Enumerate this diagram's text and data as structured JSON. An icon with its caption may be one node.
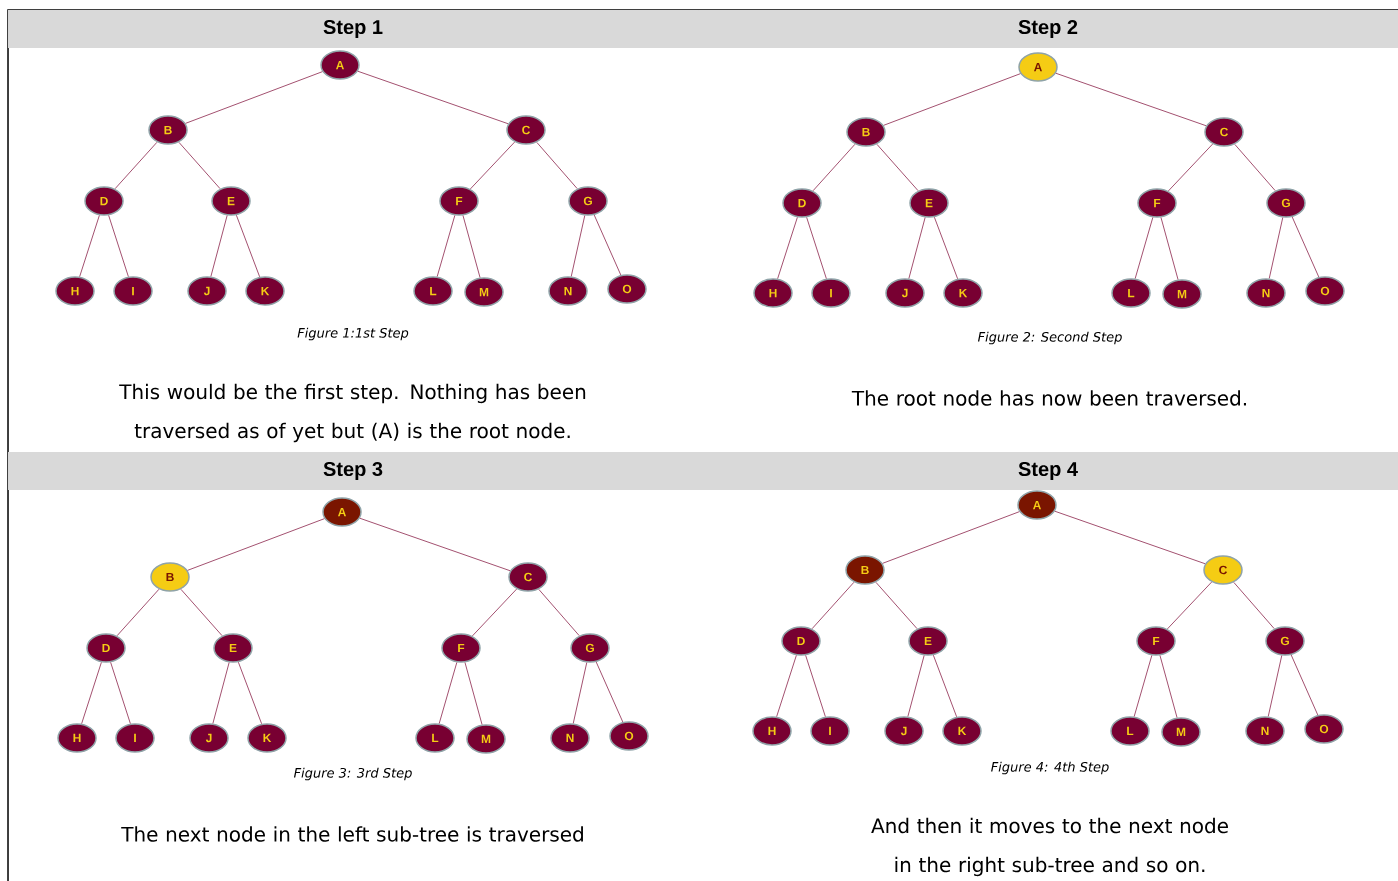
{
  "diagram": {
    "nodes": [
      {
        "text": [
          "Step 1"
        ]
      },
      {
        "text": [
          "A"
        ]
      },
      {
        "text": [
          "B"
        ]
      },
      {
        "text": [
          "C"
        ]
      },
      {
        "text": [
          "D"
        ]
      },
      {
        "text": [
          "E"
        ]
      },
      {
        "text": [
          "F"
        ]
      },
      {
        "text": [
          "G"
        ]
      },
      {
        "text": [
          "H"
        ]
      },
      {
        "text": [
          "I"
        ]
      },
      {
        "text": [
          "J"
        ]
      },
      {
        "text": [
          "K"
        ]
      },
      {
        "text": [
          "L"
        ]
      },
      {
        "text": [
          "M"
        ]
      },
      {
        "text": [
          "N"
        ]
      },
      {
        "text": [
          "O"
        ]
      },
      {
        "text": [
          "Step 2"
        ]
      },
      {
        "text": [
          "A"
        ]
      },
      {
        "text": [
          "B"
        ]
      },
      {
        "text": [
          "C"
        ]
      },
      {
        "text": [
          "D"
        ]
      },
      {
        "text": [
          "E"
        ]
      },
      {
        "text": [
          "F"
        ]
      },
      {
        "text": [
          "G"
        ]
      },
      {
        "text": [
          "H"
        ]
      },
      {
        "text": [
          "I"
        ]
      },
      {
        "text": [
          "J"
        ]
      },
      {
        "text": [
          "K"
        ]
      },
      {
        "text": [
          "L"
        ]
      },
      {
        "text": [
          "M"
        ]
      },
      {
        "text": [
          "N"
        ]
      },
      {
        "text": [
          "O"
        ]
      },
      {
        "text": [
          "Step 3"
        ]
      },
      {
        "text": [
          "A"
        ]
      },
      {
        "text": [
          "B"
        ]
      },
      {
        "text": [
          "C"
        ]
      },
      {
        "text": [
          "D"
        ]
      },
      {
        "text": [
          "E"
        ]
      },
      {
        "text": [
          "F"
        ]
      },
      {
        "text": [
          "G"
        ]
      },
      {
        "text": [
          "H"
        ]
      },
      {
        "text": [
          "I"
        ]
      },
      {
        "text": [
          "J"
        ]
      },
      {
        "text": [
          "K"
        ]
      },
      {
        "text": [
          "L"
        ]
      },
      {
        "text": [
          "M"
        ]
      },
      {
        "text": [
          "N"
        ]
      },
      {
        "text": [
          "O"
        ]
      },
      {
        "text": [
          "Step 4"
        ]
      },
      {
        "text": [
          "A"
        ]
      },
      {
        "text": [
          "B"
        ]
      },
      {
        "text": [
          "C"
        ]
      },
      {
        "text": [
          "D"
        ]
      },
      {
        "text": [
          "E"
        ]
      },
      {
        "text": [
          "F"
        ]
      },
      {
        "text": [
          "G"
        ]
      },
      {
        "text": [
          "H"
        ]
      },
      {
        "text": [
          "I"
        ]
      },
      {
        "text": [
          "J"
        ]
      },
      {
        "text": [
          "K"
        ]
      },
      {
        "text": [
          "L"
        ]
      },
      {
        "text": [
          "M"
        ]
      },
      {
        "text": [
          "N"
        ]
      },
      {
        "text": [
          "O"
        ]
      }
    ],
    "edges": [
      {
        "from": 1,
        "to": 2,
        "arrow": "none"
      },
      {
        "from": 1,
        "to": 3,
        "arrow": "none"
      },
      {
        "from": 2,
        "to": 4,
        "arrow": "none"
      },
      {
        "from": 2,
        "to": 5,
        "arrow": "none"
      },
      {
        "from": 3,
        "to": 6,
        "arrow": "none"
      },
      {
        "from": 3,
        "to": 7,
        "arrow": "none"
      },
      {
        "from": 4,
        "to": 8,
        "arrow": "none"
      },
      {
        "from": 4,
        "to": 9,
        "arrow": "none"
      },
      {
        "from": 5,
        "to": 10,
        "arrow": "none"
      },
      {
        "from": 5,
        "to": 11,
        "arrow": "none"
      },
      {
        "from": 6,
        "to": 12,
        "arrow": "none"
      },
      {
        "from": 6,
        "to": 13,
        "arrow": "none"
      },
      {
        "from": 7,
        "to": 14,
        "arrow": "none"
      },
      {
        "from": 7,
        "to": 15,
        "arrow": "none"
      },
      {
        "from": 17,
        "to": 18,
        "arrow": "none"
      },
      {
        "from": 17,
        "to": 19,
        "arrow": "none"
      },
      {
        "from": 18,
        "to": 20,
        "arrow": "none"
      },
      {
        "from": 18,
        "to": 21,
        "arrow": "none"
      },
      {
        "from": 19,
        "to": 22,
        "arrow": "none"
      },
      {
        "from": 19,
        "to": 23,
        "arrow": "none"
      },
      {
        "from": 20,
        "to": 24,
        "arrow": "none"
      },
      {
        "from": 20,
        "to": 25,
        "arrow": "none"
      },
      {
        "from": 21,
        "to": 26,
        "arrow": "none"
      },
      {
        "from": 21,
        "to": 27,
        "arrow": "none"
      },
      {
        "from": 22,
        "to": 28,
        "arrow": "none"
      },
      {
        "from": 22,
        "to": 29,
        "arrow": "none"
      },
      {
        "from": 23,
        "to": 30,
        "arrow": "none"
      },
      {
        "from": 23,
        "to": 31,
        "arrow": "none"
      },
      {
        "from": 33,
        "to": 34,
        "arrow": "none"
      },
      {
        "from": 33,
        "to": 35,
        "arrow": "none"
      },
      {
        "from": 34,
        "to": 36,
        "arrow": "none"
      },
      {
        "from": 34,
        "to": 37,
        "arrow": "none"
      },
      {
        "from": 35,
        "to": 38,
        "arrow": "none"
      },
      {
        "from": 35,
        "to": 39,
        "arrow": "none"
      },
      {
        "from": 36,
        "to": 40,
        "arrow": "none"
      },
      {
        "from": 36,
        "to": 41,
        "arrow": "none"
      },
      {
        "from": 37,
        "to": 42,
        "arrow": "none"
      },
      {
        "from": 37,
        "to": 43,
        "arrow": "none"
      },
      {
        "from": 38,
        "to": 44,
        "arrow": "none"
      },
      {
        "from": 38,
        "to": 45,
        "arrow": "none"
      },
      {
        "from": 39,
        "to": 46,
        "arrow": "none"
      },
      {
        "from": 39,
        "to": 47,
        "arrow": "none"
      },
      {
        "from": 49,
        "to": 50,
        "arrow": "none"
      },
      {
        "from": 49,
        "to": 51,
        "arrow": "none"
      },
      {
        "from": 50,
        "to": 52,
        "arrow": "none"
      },
      {
        "from": 50,
        "to": 53,
        "arrow": "none"
      },
      {
        "from": 51,
        "to": 54,
        "arrow": "none"
      },
      {
        "from": 51,
        "to": 55,
        "arrow": "none"
      },
      {
        "from": 52,
        "to": 56,
        "arrow": "none"
      },
      {
        "from": 52,
        "to": 57,
        "arrow": "none"
      },
      {
        "from": 53,
        "to": 58,
        "arrow": "none"
      },
      {
        "from": 53,
        "to": 59,
        "arrow": "none"
      },
      {
        "from": 54,
        "to": 60,
        "arrow": "none"
      },
      {
        "from": 54,
        "to": 61,
        "arrow": "none"
      },
      {
        "from": 55,
        "to": 62,
        "arrow": "none"
      },
      {
        "from": 55,
        "to": 63,
        "arrow": "none"
      }
    ],
    "labels": [
      "Figure 1:1st Step",
      "Figure 2: Second Step",
      "This would be the first step. Nothing has been traversed as of yet but (A) is the root node.",
      "The root node has now been traversed.",
      "Figure 3: 3rd Step",
      "Figure 4: 4th Step",
      "The next node in the left sub-tree is traversed",
      "And then it moves to the next node in the right sub-tree and so on."
    ]
  }
}
